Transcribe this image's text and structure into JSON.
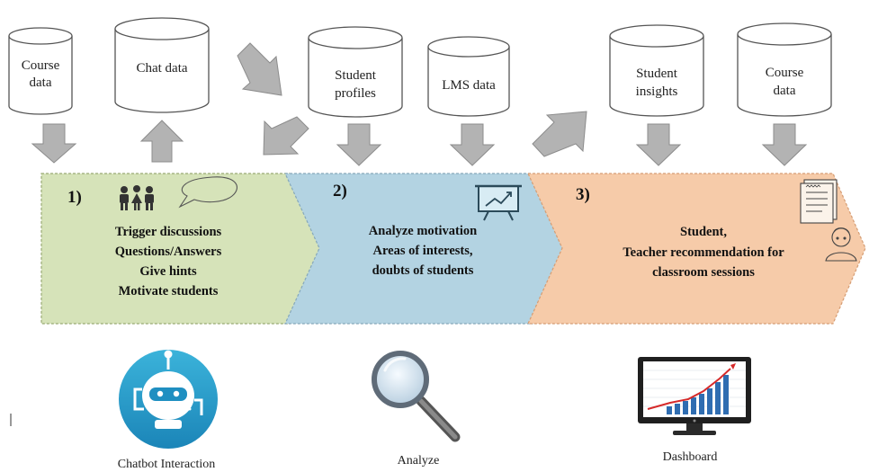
{
  "databases": [
    {
      "lines": [
        "Course",
        "data"
      ]
    },
    {
      "lines": [
        "Chat data"
      ]
    },
    {
      "lines": [
        "Student",
        "profiles"
      ]
    },
    {
      "lines": [
        "LMS data"
      ]
    },
    {
      "lines": [
        "Student",
        "insights"
      ]
    },
    {
      "lines": [
        "Course",
        "data"
      ]
    }
  ],
  "stages": [
    {
      "number": "1)",
      "lines": [
        "Trigger discussions",
        "Questions/Answers",
        "Give hints",
        "Motivate students"
      ],
      "color": "#d6e3b9"
    },
    {
      "number": "2)",
      "lines": [
        "Analyze motivation",
        "Areas of interests,",
        "doubts of students"
      ],
      "color": "#b3d3e2"
    },
    {
      "number": "3)",
      "lines": [
        "Student,",
        "Teacher recommendation for",
        "classroom sessions"
      ],
      "color": "#f6cba9"
    }
  ],
  "icons": [
    "people-icon",
    "speech-bubble-icon",
    "presentation-board-icon",
    "notepad-icon",
    "person-avatar-icon",
    "robot-icon",
    "magnifier-icon",
    "monitor-chart-icon"
  ],
  "captions": {
    "chatbot": "Chatbot Interaction",
    "analyze": "Analyze",
    "dashboard": "Dashboard"
  }
}
